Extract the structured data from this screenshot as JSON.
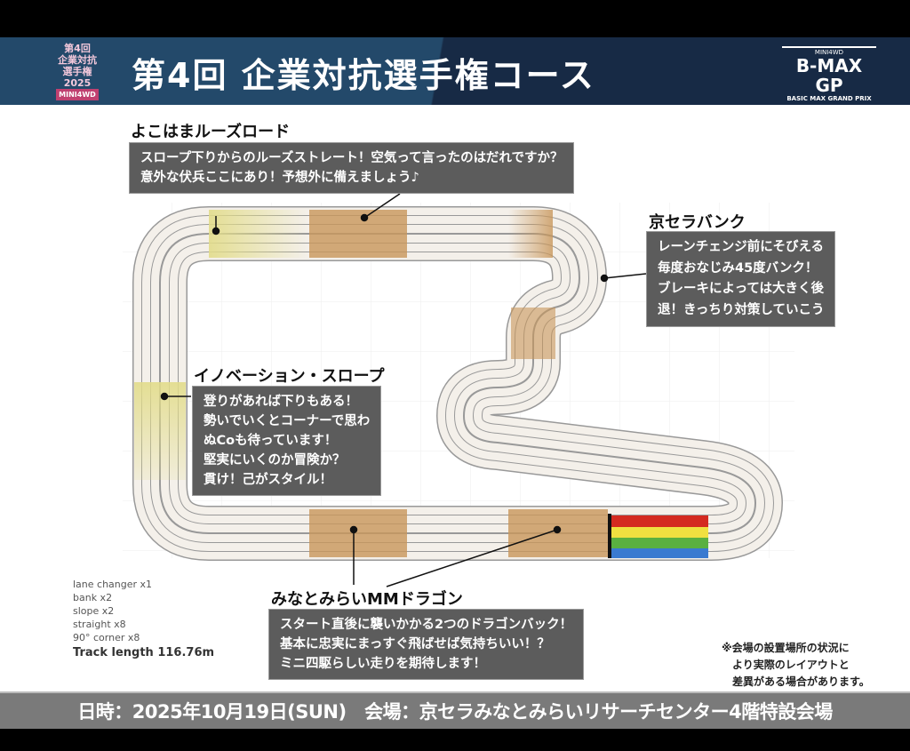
{
  "header": {
    "title": "第4回 企業対抗選手権コース",
    "logo_left": [
      "第4回",
      "企業対抗",
      "選手権",
      "2025",
      "MINI4WD"
    ],
    "logo_right": {
      "top": "MINI4WD",
      "main": "B-MAX GP",
      "sub": "BASIC MAX GRAND PRIX"
    }
  },
  "sections": [
    {
      "title": "よこはまルーズロード",
      "lines": [
        "スロープ下りからのルーズストレート！空気って言ったのはだれですか？",
        "意外な伏兵ここにあり！予想外に備えましょう♪"
      ]
    },
    {
      "title": "京セラバンク",
      "lines": [
        "レーンチェンジ前にそびえる",
        "毎度おなじみ45度バンク！",
        "ブレーキによっては大きく後",
        "退！きっちり対策していこう"
      ]
    },
    {
      "title": "イノベーション・スロープ",
      "lines": [
        "登りがあれば下りもある！",
        "勢いでいくとコーナーで思わ",
        "ぬCoも待っています！",
        "堅実にいくのか冒険か？",
        "貫け！己がスタイル！"
      ]
    },
    {
      "title": "みなとみらいMMドラゴン",
      "lines": [
        "スタート直後に襲いかかる2つのドラゴンバック！",
        "基本に忠実にまっすぐ飛ばせば気持ちいい！？",
        "ミニ四駆らしい走りを期待します！"
      ]
    }
  ],
  "legend": [
    "lane changer x1",
    "bank x2",
    "slope x2",
    "straight x8",
    "90° corner x8"
  ],
  "track_length": "Track length 116.76m",
  "note": [
    "※会場の設置場所の状況に",
    "　より実際のレイアウトと",
    "　差異がある場合があります。"
  ],
  "footer": "日時：2025年10月19日(SUN)　会場：京セラみなとみらいリサーチセンター4階特設会場",
  "colors": {
    "header": "#23496a",
    "box": "#5c5c5c",
    "brown": "#c8965a",
    "yellow": "#e2dc8a"
  }
}
